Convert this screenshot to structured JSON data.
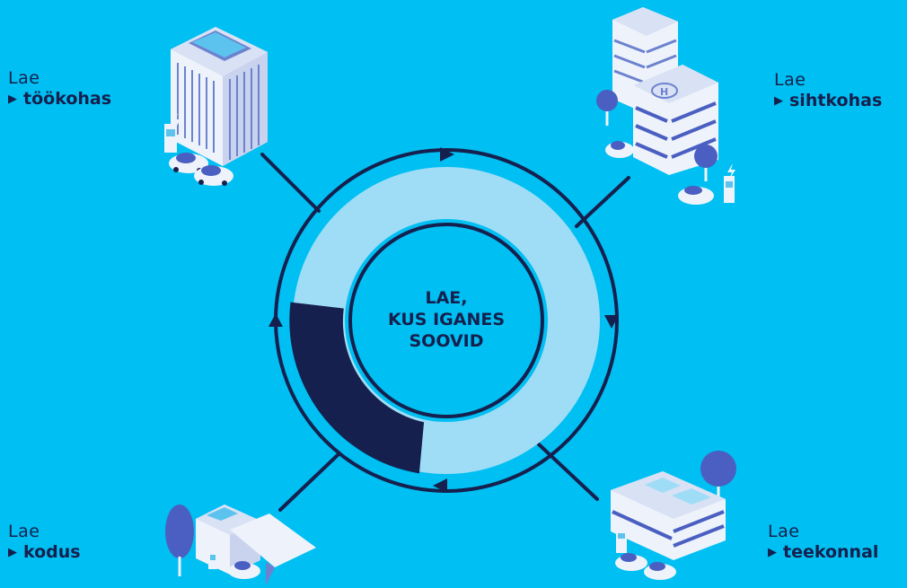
{
  "center": {
    "line1": "LAE,",
    "line2": "KUS IGANES",
    "line3": "SOOVID"
  },
  "labels": {
    "work": {
      "prefix": "Lae",
      "place": "töökohas"
    },
    "destination": {
      "prefix": "Lae",
      "place": "sihtkohas"
    },
    "home": {
      "prefix": "Lae",
      "place": "kodus"
    },
    "route": {
      "prefix": "Lae",
      "place": "teekonnal"
    }
  },
  "icons": {
    "play": "▶"
  },
  "colors": {
    "background": "#00BFF2",
    "navy": "#15204E",
    "ring_light": "#9FDDF7",
    "building_white": "#EEF3FB",
    "building_blue": "#4A5FC1"
  }
}
